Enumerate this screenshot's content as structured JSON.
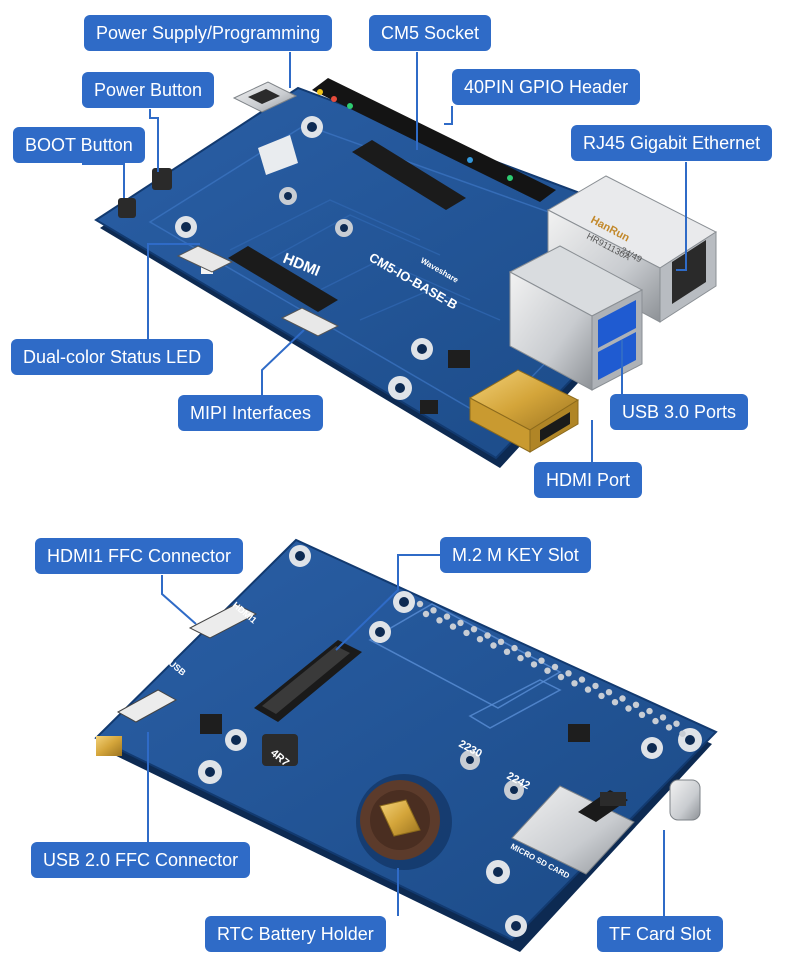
{
  "top_board": {
    "labels": {
      "power_supply": "Power Supply/Programming",
      "power_button": "Power Button",
      "boot_button": "BOOT Button",
      "cm5_socket": "CM5 Socket",
      "gpio_header": "40PIN GPIO Header",
      "rj45": "RJ45 Gigabit Ethernet",
      "status_led": "Dual-color Status LED",
      "mipi": "MIPI Interfaces",
      "usb3": "USB 3.0 Ports",
      "hdmi_port": "HDMI Port"
    },
    "silkscreen": {
      "hdmi_logo": "HDMI",
      "model": "CM5-IO-BASE-B",
      "brand": "Waveshare",
      "rj45_brand": "HanRun",
      "rj45_part": "HR911130A",
      "rj45_date": "24/49"
    }
  },
  "bottom_board": {
    "labels": {
      "hdmi1_ffc": "HDMI1 FFC Connector",
      "m2_slot": "M.2 M KEY Slot",
      "usb2_ffc": "USB 2.0 FFC Connector",
      "rtc_holder": "RTC Battery Holder",
      "tf_slot": "TF Card Slot"
    },
    "silkscreen": {
      "hdmi1": "HDMI1",
      "usb": "USB",
      "size_2230": "2230",
      "size_2242": "2242",
      "inductor": "4R7",
      "micro_sd": "MICRO SD CARD"
    }
  },
  "colors": {
    "label_bg": "#2f6bc7",
    "board_blue": "#1f4e8c",
    "board_edge": "#163a6b",
    "gold": "#d4a53a"
  }
}
